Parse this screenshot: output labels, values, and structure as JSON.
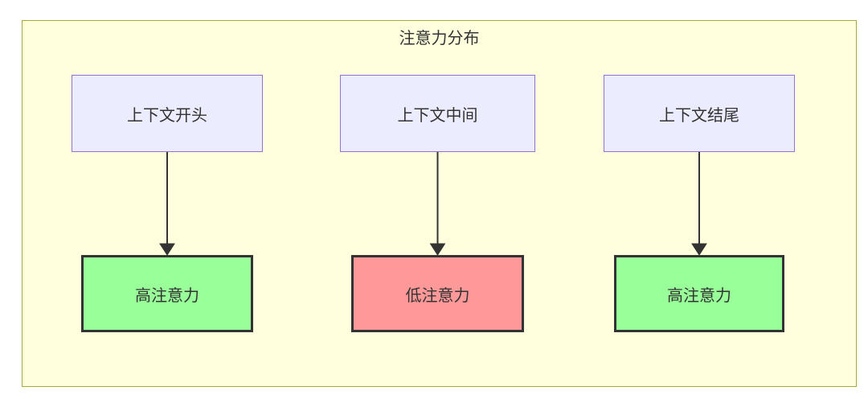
{
  "diagram": {
    "type": "flowchart",
    "title": "注意力分布",
    "columns": [
      {
        "id": "begin",
        "source_label": "上下文开头",
        "target_label": "高注意力",
        "attention_level": "high"
      },
      {
        "id": "middle",
        "source_label": "上下文中间",
        "target_label": "低注意力",
        "attention_level": "low"
      },
      {
        "id": "end",
        "source_label": "上下文结尾",
        "target_label": "高注意力",
        "attention_level": "high"
      }
    ],
    "edges": [
      {
        "from": "上下文开头",
        "to": "高注意力"
      },
      {
        "from": "上下文中间",
        "to": "低注意力"
      },
      {
        "from": "上下文结尾",
        "to": "高注意力"
      }
    ]
  },
  "colors": {
    "page_background": "#ffffff",
    "subgraph_fill": "#ffffde",
    "subgraph_stroke": "#aaaa33",
    "source_node_fill": "#ececff",
    "source_node_stroke": "#9370db",
    "high_attention_fill": "#99ff99",
    "low_attention_fill": "#ff9999",
    "target_node_stroke": "#333333",
    "arrow": "#333333",
    "text": "#333333"
  }
}
